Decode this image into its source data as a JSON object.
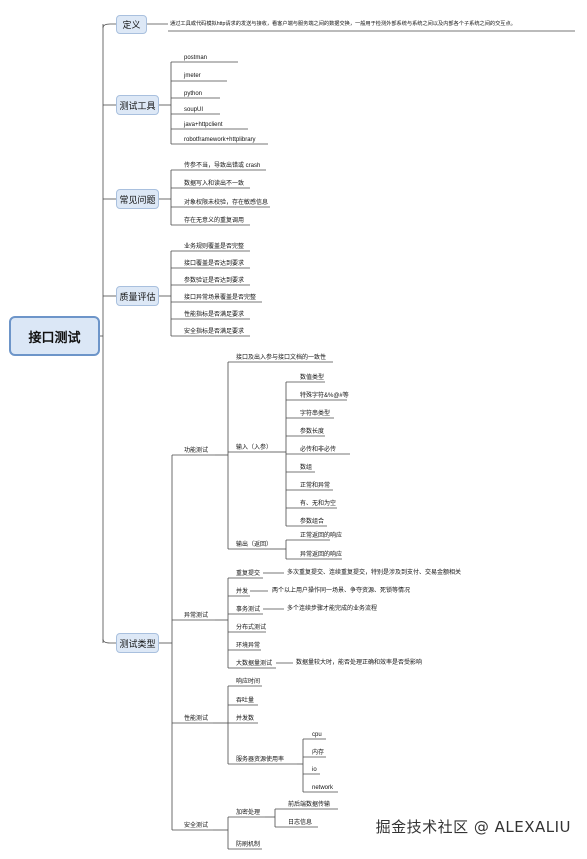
{
  "root": "接口测试",
  "definition": {
    "label": "定义",
    "text": "通过工具或代码模拟http请求的发送与接收，看客户端与服务端之间的数据交换，一般用于检测外部系统与系统之间以及内部各个子系统之间的交互点。"
  },
  "tools": {
    "label": "测试工具",
    "items": [
      "postman",
      "jmeter",
      "python",
      "soupUI",
      "java+httpclient",
      "robotframework+httplibrary"
    ]
  },
  "problems": {
    "label": "常见问题",
    "items": [
      "传参不当，导致出错或 crash",
      "数据写入和读出不一致",
      "对象权限未校验，存在敏感信息",
      "存在无意义的重复调用"
    ]
  },
  "quality": {
    "label": "质量评估",
    "items": [
      "业务规则覆盖是否完整",
      "接口覆盖是否达到要求",
      "参数验证是否达到要求",
      "接口异常场景覆盖是否完整",
      "性能指标是否满足要求",
      "安全指标是否满足要求"
    ]
  },
  "types": {
    "label": "测试类型",
    "functional": {
      "label": "功能测试",
      "consistency": "接口及出入参与接口文档的一致性",
      "input": {
        "label": "输入（入参）",
        "items": [
          "数值类型",
          "特殊字符&%@#等",
          "字符串类型",
          "参数长度",
          "必传和非必传",
          "数组",
          "正常和异常",
          "有、无和为空",
          "参数组合"
        ]
      },
      "output": {
        "label": "输出（返回）",
        "items": [
          "正常返回的响应",
          "异常返回的响应"
        ]
      }
    },
    "exception": {
      "label": "异常测试",
      "repeat": {
        "label": "重复提交",
        "note": "多次重复提交、连续重复提交，特别是涉及到支付、交易金额相关"
      },
      "concurrent": {
        "label": "并发",
        "note": "两个以上用户操作同一场景、争夺资源、死锁等情况"
      },
      "transaction": {
        "label": "事务测试",
        "note": "多个连续步骤才能完成的业务流程"
      },
      "distributed": "分布式测试",
      "env": "环境异常",
      "bigdata": {
        "label": "大数据量测试",
        "note": "数据量较大时，能否处理正确和效率是否受影响"
      }
    },
    "performance": {
      "label": "性能测试",
      "items": [
        "响应时间",
        "吞吐量",
        "并发数"
      ],
      "resource": {
        "label": "服务器资源使用率",
        "items": [
          "cpu",
          "内存",
          "io",
          "network"
        ]
      }
    },
    "security": {
      "label": "安全测试",
      "encrypt": {
        "label": "加密处理",
        "items": [
          "前后端数据传输",
          "日志信息"
        ]
      },
      "brush": "防刷机制"
    }
  },
  "watermark": "掘金技术社区 @ ALEXALIU"
}
